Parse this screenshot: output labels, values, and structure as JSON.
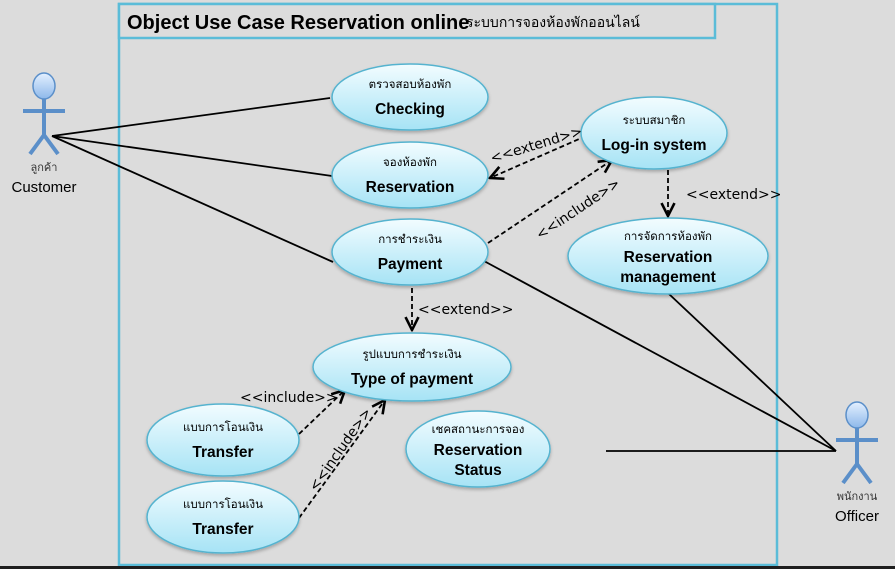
{
  "diagram": {
    "title": "Object Use Case Reservation online",
    "title_thai": "ระบบการจองห้องพักออนไลน์",
    "colors": {
      "boundary": "#5bbcd8",
      "ellipse_fill_top": "#eafaff",
      "ellipse_fill_bottom": "#a8e4f6",
      "ellipse_stroke": "#55b3cf",
      "actor": "#5b8fc9",
      "actor_head": "#a9c9f0",
      "line": "#000000"
    },
    "actors": [
      {
        "id": "customer",
        "label_thai": "ลูกค้า",
        "label": "Customer"
      },
      {
        "id": "officer",
        "label_thai": "พนักงาน",
        "label": "Officer"
      }
    ],
    "use_cases": [
      {
        "id": "checking",
        "label_thai": "ตรวจสอบห้องพัก",
        "label": [
          "Checking"
        ]
      },
      {
        "id": "reservation",
        "label_thai": "จองห้องพัก",
        "label": [
          "Reservation"
        ]
      },
      {
        "id": "payment",
        "label_thai": "การชำระเงิน",
        "label": [
          "Payment"
        ]
      },
      {
        "id": "login",
        "label_thai": "ระบบสมาชิก",
        "label": [
          "Log-in system"
        ]
      },
      {
        "id": "res_mgmt",
        "label_thai": "การจัดการห้องพัก",
        "label": [
          "Reservation",
          "management"
        ]
      },
      {
        "id": "type_payment",
        "label_thai": "รูปแบบการชำระเงิน",
        "label": [
          "Type of payment"
        ]
      },
      {
        "id": "transfer1",
        "label_thai": "แบบการโอนเงิน",
        "label": [
          "Transfer"
        ]
      },
      {
        "id": "transfer2",
        "label_thai": "แบบการโอนเงิน",
        "label": [
          "Transfer"
        ]
      },
      {
        "id": "res_status",
        "label_thai": "เชคสถานะการจอง",
        "label": [
          "Reservation",
          "Status"
        ]
      }
    ],
    "associations": [
      {
        "from": "customer",
        "to": "checking"
      },
      {
        "from": "customer",
        "to": "reservation"
      },
      {
        "from": "customer",
        "to": "payment"
      },
      {
        "from": "officer",
        "to": "payment"
      },
      {
        "from": "officer",
        "to": "res_mgmt"
      },
      {
        "from": "officer",
        "to": "res_status"
      }
    ],
    "dependencies": [
      {
        "from": "login",
        "to": "reservation",
        "stereotype": "<<extend>>"
      },
      {
        "from": "payment",
        "to": "login",
        "stereotype": "<<include>>"
      },
      {
        "from": "login",
        "to": "res_mgmt",
        "stereotype": "<<extend>>"
      },
      {
        "from": "payment",
        "to": "type_payment",
        "stereotype": "<<extend>>"
      },
      {
        "from": "transfer1",
        "to": "type_payment",
        "stereotype": "<<include>>"
      },
      {
        "from": "transfer2",
        "to": "type_payment",
        "stereotype": "<<include>>"
      }
    ]
  }
}
